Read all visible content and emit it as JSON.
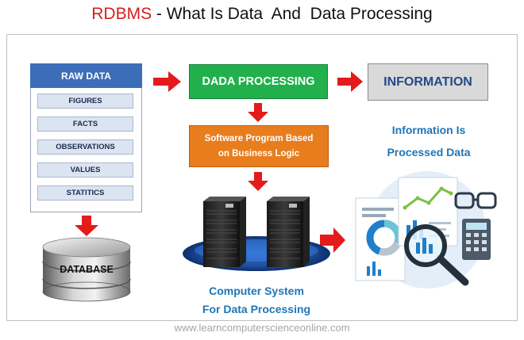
{
  "title": {
    "accent": "RDBMS",
    "rest": " - What Is Data  And  Data Processing"
  },
  "raw_data": {
    "header": "RAW DATA",
    "items": [
      "FIGURES",
      "FACTS",
      "OBSERVATIONS",
      "VALUES",
      "STATITICS"
    ]
  },
  "processing": {
    "label": "DADA PROCESSING"
  },
  "information": {
    "label": "INFORMATION"
  },
  "software": {
    "line1": "Software Program Based",
    "line2": "on  Business  Logic"
  },
  "info_caption": {
    "line1": "Information  Is",
    "line2": "Processed  Data"
  },
  "database": {
    "label": "DATABASE"
  },
  "computer_caption": {
    "line1": "Computer  System",
    "line2": "For  Data  Processing"
  },
  "footer": {
    "text": "www.learncomputerscienceonline.com"
  },
  "colors": {
    "accent_red": "#d42020",
    "arrow_red": "#e31b1b",
    "raw_header": "#3d6db8",
    "processing_green": "#22b04c",
    "software_orange": "#e87d1e",
    "caption_blue": "#1f75b7"
  }
}
